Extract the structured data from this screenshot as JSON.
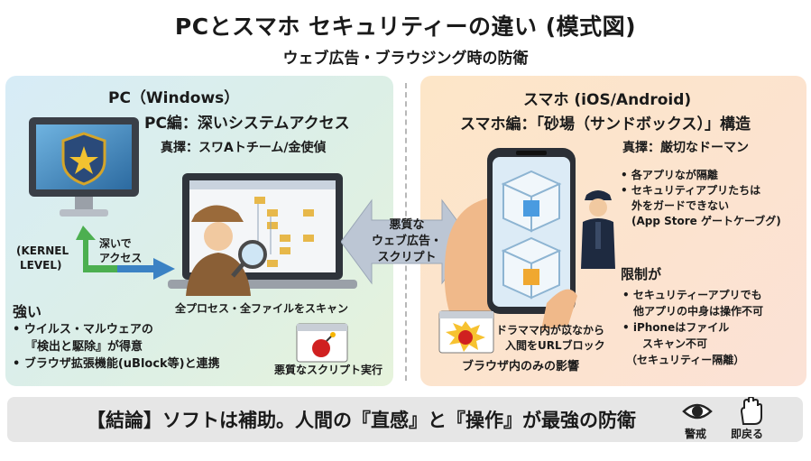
{
  "title": "PCとスマホ セキュリティーの違い (模式図)",
  "subtitle": "ウェブ広告・ブラウジング時の防衛",
  "left": {
    "heading": "PC（Windows）",
    "subheading": "PC編：深いシステムアクセス",
    "role": "真擇：スワAトチーム/金使偵",
    "kernel_label_1": "(KERNEL",
    "kernel_label_2": "LEVEL)",
    "deep_access_1": "深いで",
    "deep_access_2": "アクセス",
    "scan_caption": "全プロセス・全ファイルをスキャン",
    "script_caption": "悪質なスクリプト実行",
    "strengths_title": "強い",
    "strengths": [
      "• ウイルス・マルウェアの",
      "『検出と駆除』が得意",
      "• ブラウザ拡張機能(uBlock等)と連携"
    ]
  },
  "center": {
    "line1": "悪質な",
    "line2": "ウェブ広告・",
    "line3": "スクリプト"
  },
  "right": {
    "heading": "スマホ (iOS/Android)",
    "subheading": "スマホ編：「砂場（サンドボックス）」構造",
    "role": "真擇：厳切なドーマン",
    "bullets": [
      "• 各アプリなが隔離",
      "• セキュリティアプリたちは",
      "外をガードできない",
      "(App Store ゲートケーブグ)"
    ],
    "block_caption_1": "ドラママ内が苡なから",
    "block_caption_2": "入閲をURLブロック",
    "browser_caption": "ブラウザ内のみの影響",
    "limits_title": "限制が",
    "limits": [
      "• セキュリティーアプリでも",
      "他アプリの中身は操作不可",
      "• iPhoneはファイル",
      "スキャン不可",
      "（セキュリティー隔離）"
    ]
  },
  "conclusion": "【結論】ソフトは補助。人間の『直感』と『操作』が最強の防衛",
  "icons": {
    "eye_label": "警戒",
    "hand_label": "即戻る"
  },
  "colors": {
    "left_panel": "#d7ecf7",
    "right_panel": "#fde6c8",
    "arrow_green": "#4caf50",
    "arrow_blue": "#3b82c4",
    "conclusion_bar": "#e6e6e6"
  }
}
